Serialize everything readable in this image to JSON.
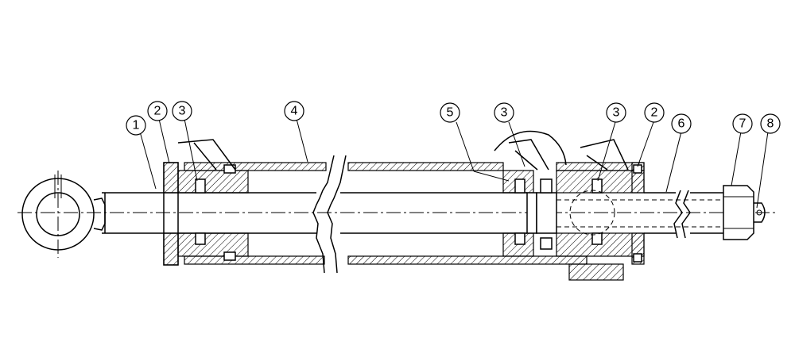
{
  "balloons": [
    {
      "id": "b1",
      "label": "1"
    },
    {
      "id": "b2a",
      "label": "2"
    },
    {
      "id": "b3a",
      "label": "3"
    },
    {
      "id": "b4",
      "label": "4"
    },
    {
      "id": "b5",
      "label": "5"
    },
    {
      "id": "b3b",
      "label": "3"
    },
    {
      "id": "b3c",
      "label": "3"
    },
    {
      "id": "b2b",
      "label": "2"
    },
    {
      "id": "b6",
      "label": "6"
    },
    {
      "id": "b7",
      "label": "7"
    },
    {
      "id": "b8",
      "label": "8"
    }
  ]
}
